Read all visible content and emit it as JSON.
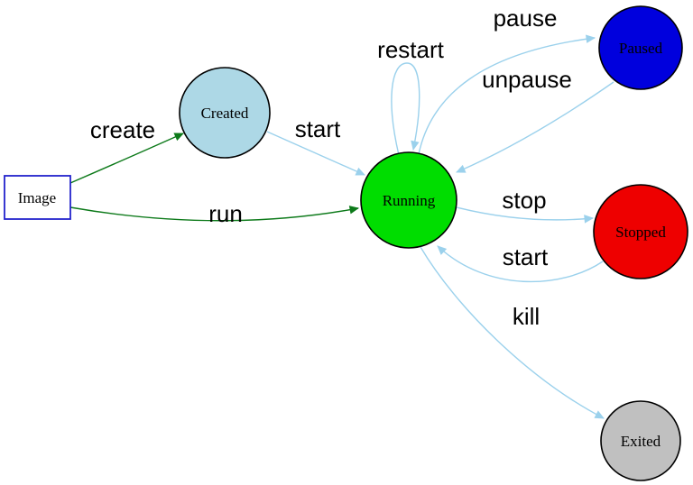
{
  "diagram": {
    "type": "state-diagram",
    "subject": "container lifecycle states",
    "colors": {
      "edge_blue": "#9bd1ec",
      "edge_green": "#0d7a1a",
      "image_border": "#2323cc",
      "node_outline": "#000000",
      "background": "#ffffff"
    },
    "nodes": {
      "image": {
        "label": "Image",
        "fill": "#ffffff",
        "shape": "rectangle"
      },
      "created": {
        "label": "Created",
        "fill": "#add8e6",
        "shape": "circle"
      },
      "running": {
        "label": "Running",
        "fill": "#00dd00",
        "shape": "circle"
      },
      "paused": {
        "label": "Paused",
        "fill": "#0000dd",
        "shape": "circle"
      },
      "stopped": {
        "label": "Stopped",
        "fill": "#ee0000",
        "shape": "circle"
      },
      "exited": {
        "label": "Exited",
        "fill": "#c0c0c0",
        "shape": "circle"
      }
    },
    "edges": {
      "create": {
        "label": "create",
        "from": "image",
        "to": "created"
      },
      "run": {
        "label": "run",
        "from": "image",
        "to": "running"
      },
      "start_created_running": {
        "label": "start",
        "from": "created",
        "to": "running"
      },
      "restart": {
        "label": "restart",
        "from": "running",
        "to": "running"
      },
      "pause": {
        "label": "pause",
        "from": "running",
        "to": "paused"
      },
      "unpause": {
        "label": "unpause",
        "from": "paused",
        "to": "running"
      },
      "stop": {
        "label": "stop",
        "from": "running",
        "to": "stopped"
      },
      "start_stopped_running": {
        "label": "start",
        "from": "stopped",
        "to": "running"
      },
      "kill": {
        "label": "kill",
        "from": "running",
        "to": "exited"
      }
    }
  }
}
